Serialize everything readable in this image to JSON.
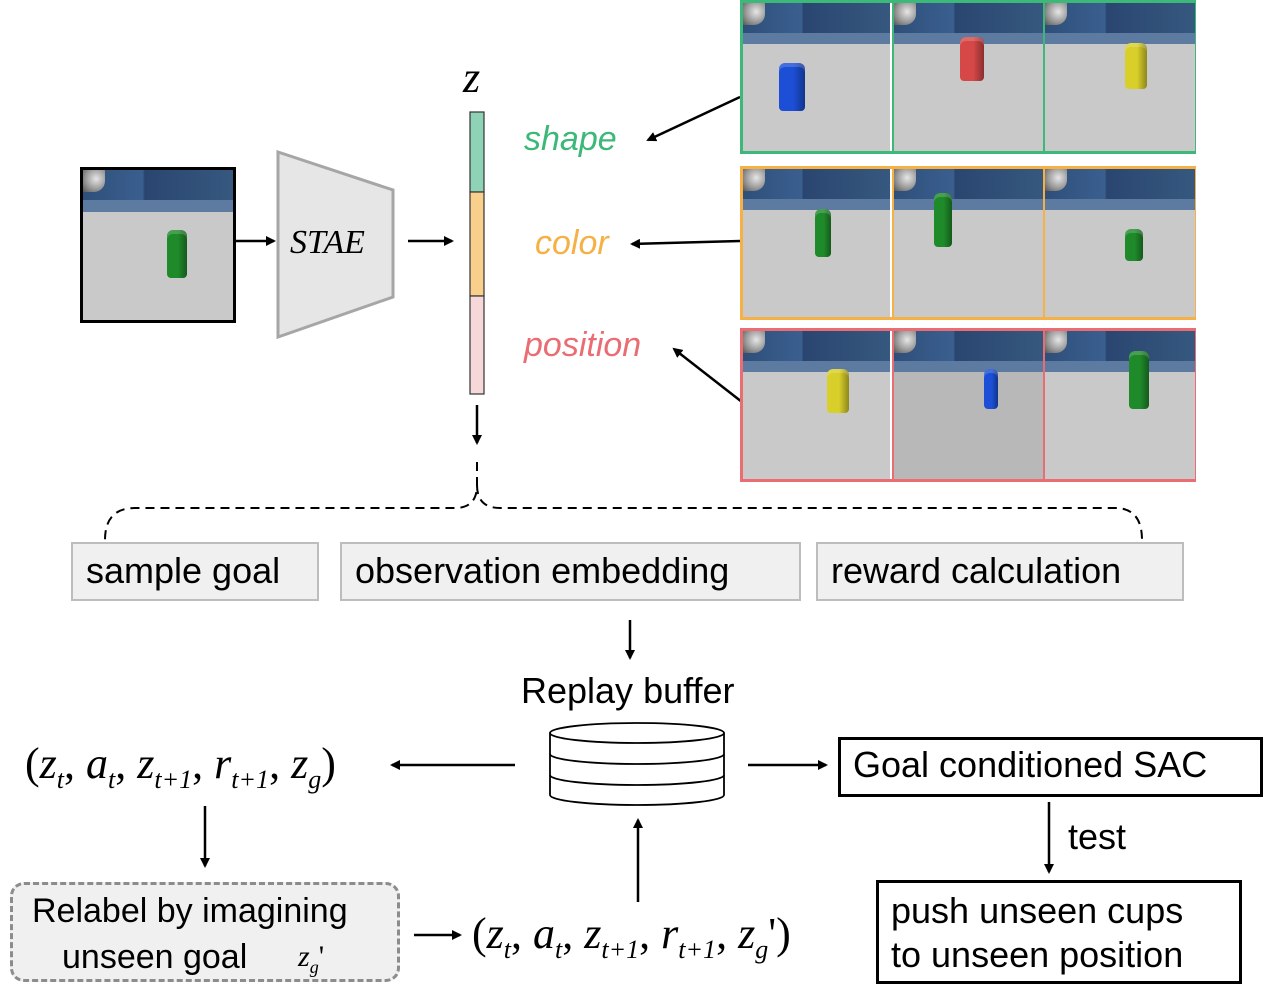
{
  "diagram": {
    "latent_label": "z",
    "encoder_label": "STAE",
    "factors": [
      {
        "label": "shape",
        "color": "#3cb878"
      },
      {
        "label": "color",
        "color": "#f5b146"
      },
      {
        "label": "position",
        "color": "#ea6d74"
      }
    ],
    "latent_segment_colors": [
      "#8fd3b6",
      "#f8cf8b",
      "#f6d8da"
    ],
    "uses": [
      {
        "label": "sample goal"
      },
      {
        "label": "observation embedding"
      },
      {
        "label": "reward calculation"
      }
    ],
    "replay_buffer_label": "Replay buffer",
    "sac_label": "Goal conditioned SAC",
    "test_label": "test",
    "outcome_line1": "push unseen cups",
    "outcome_line2": "to unseen position",
    "relabel_line1": "Relabel by imagining",
    "relabel_line2": "unseen goal",
    "tuple_original": "(z_t, a_t, z_{t+1}, r_{t+1}, z_g)",
    "tuple_relabeled": "(z_t, a_t, z_{t+1}, r_{t+1}, z_g')",
    "cup_colors": {
      "input": "#1f8a2a",
      "shape_row": [
        "#1c4fd6",
        "#d64848",
        "#d9cf2a"
      ],
      "color_row": [
        "#1f8a2a",
        "#1f8a2a",
        "#1f8a2a"
      ],
      "position_row": [
        "#d9cf2a",
        "#1c4fd6",
        "#1f8a2a"
      ]
    }
  }
}
